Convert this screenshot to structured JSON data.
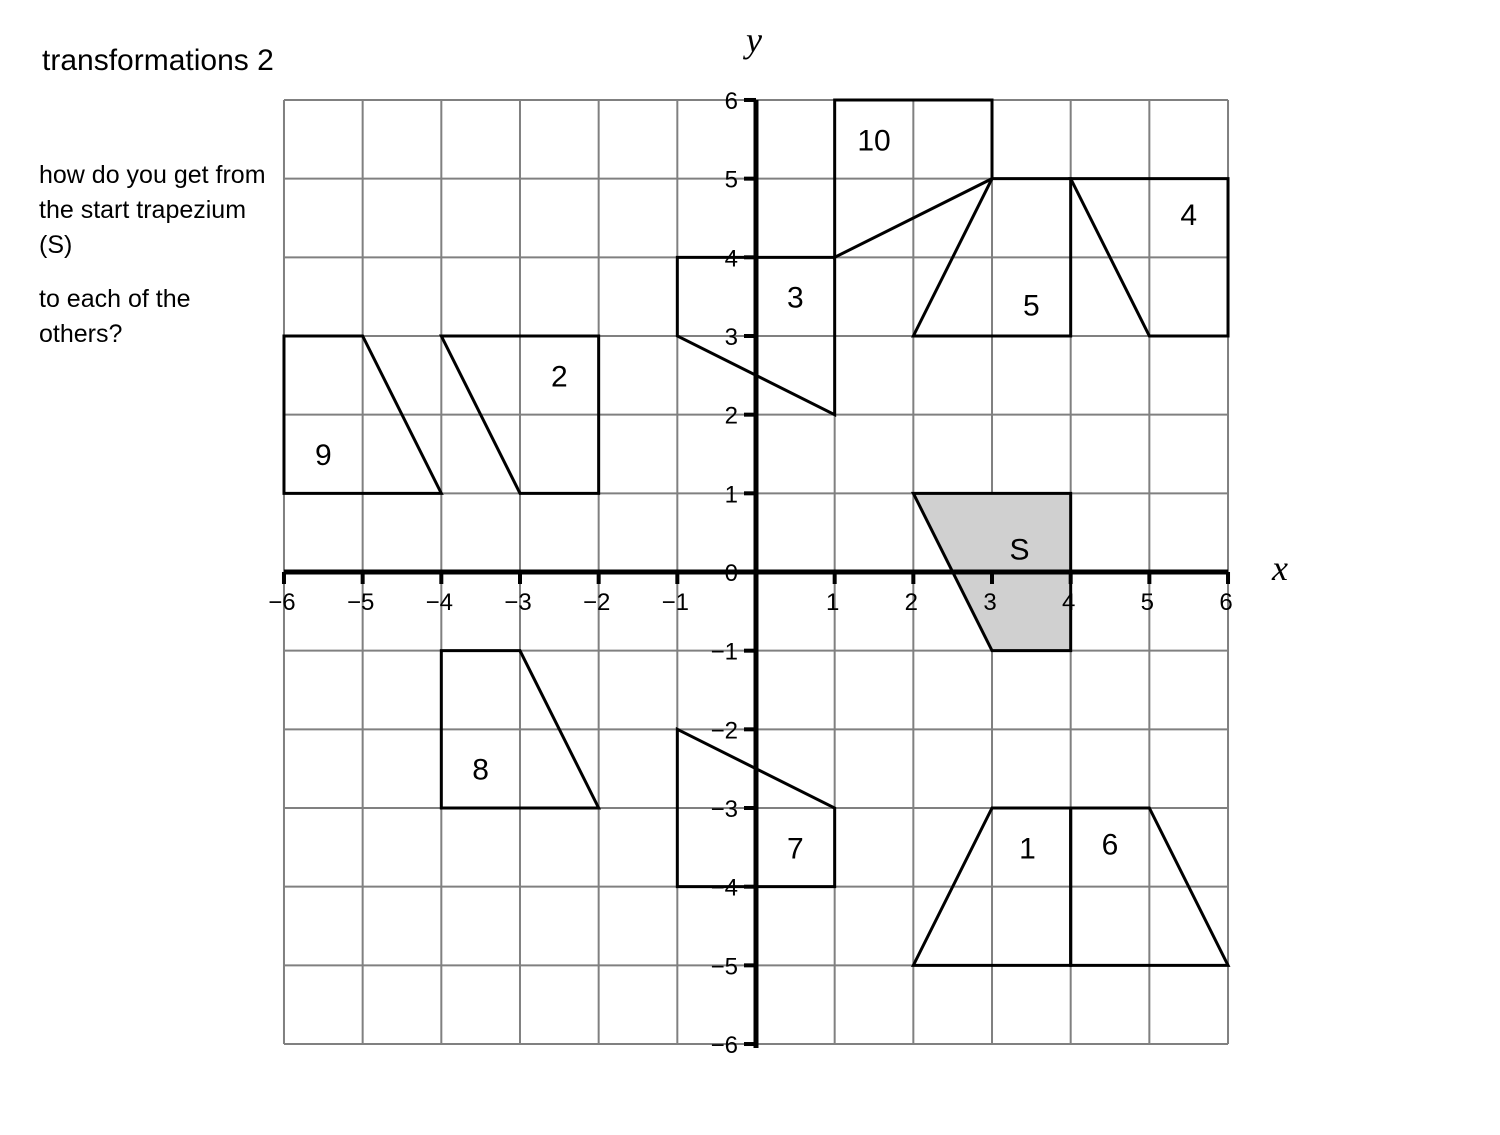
{
  "title": "transformations 2",
  "question": {
    "line1": "how do you get from the start trapezium (S)",
    "line2": "to each of the others?"
  },
  "colors": {
    "grid": "#808080",
    "axis": "#000000",
    "shape_stroke": "#000000",
    "start_fill": "#d0d0d0"
  },
  "axes": {
    "x_label": "x",
    "y_label": "y",
    "x_range": [
      -6,
      6
    ],
    "y_range": [
      -6,
      6
    ],
    "x_ticks": [
      "−6",
      "−5",
      "−4",
      "−3",
      "−2",
      "−1",
      "1",
      "2",
      "3",
      "4",
      "5",
      "6"
    ],
    "y_ticks": [
      "6",
      "5",
      "4",
      "3",
      "2",
      "1",
      "0",
      "−1",
      "−2",
      "−3",
      "−4",
      "−5",
      "−6"
    ],
    "origin_label": "0"
  },
  "shapes": [
    {
      "label": "S",
      "points": [
        [
          2,
          1
        ],
        [
          4,
          1
        ],
        [
          4,
          -1
        ],
        [
          3,
          -1
        ]
      ],
      "shaded": true
    },
    {
      "label": "1",
      "points": [
        [
          3,
          -3
        ],
        [
          4,
          -3
        ],
        [
          4,
          -5
        ],
        [
          2,
          -5
        ]
      ]
    },
    {
      "label": "2",
      "points": [
        [
          -4,
          3
        ],
        [
          -2,
          3
        ],
        [
          -2,
          1
        ],
        [
          -3,
          1
        ]
      ]
    },
    {
      "label": "3",
      "points": [
        [
          -1,
          4
        ],
        [
          1,
          4
        ],
        [
          1,
          2
        ],
        [
          -1,
          3
        ]
      ]
    },
    {
      "label": "4",
      "points": [
        [
          4,
          5
        ],
        [
          6,
          5
        ],
        [
          6,
          3
        ],
        [
          5,
          3
        ]
      ]
    },
    {
      "label": "5",
      "points": [
        [
          3,
          5
        ],
        [
          4,
          5
        ],
        [
          4,
          3
        ],
        [
          2,
          3
        ]
      ]
    },
    {
      "label": "6",
      "points": [
        [
          4,
          -3
        ],
        [
          5,
          -3
        ],
        [
          6,
          -5
        ],
        [
          4,
          -5
        ]
      ]
    },
    {
      "label": "7",
      "points": [
        [
          -1,
          -2
        ],
        [
          1,
          -3
        ],
        [
          1,
          -4
        ],
        [
          -1,
          -4
        ]
      ]
    },
    {
      "label": "8",
      "points": [
        [
          -4,
          -1
        ],
        [
          -3,
          -1
        ],
        [
          -2,
          -3
        ],
        [
          -4,
          -3
        ]
      ]
    },
    {
      "label": "9",
      "points": [
        [
          -6,
          3
        ],
        [
          -5,
          3
        ],
        [
          -4,
          1
        ],
        [
          -6,
          1
        ]
      ]
    },
    {
      "label": "10",
      "points": [
        [
          1,
          6
        ],
        [
          3,
          6
        ],
        [
          3,
          5
        ],
        [
          1,
          4
        ]
      ]
    }
  ]
}
